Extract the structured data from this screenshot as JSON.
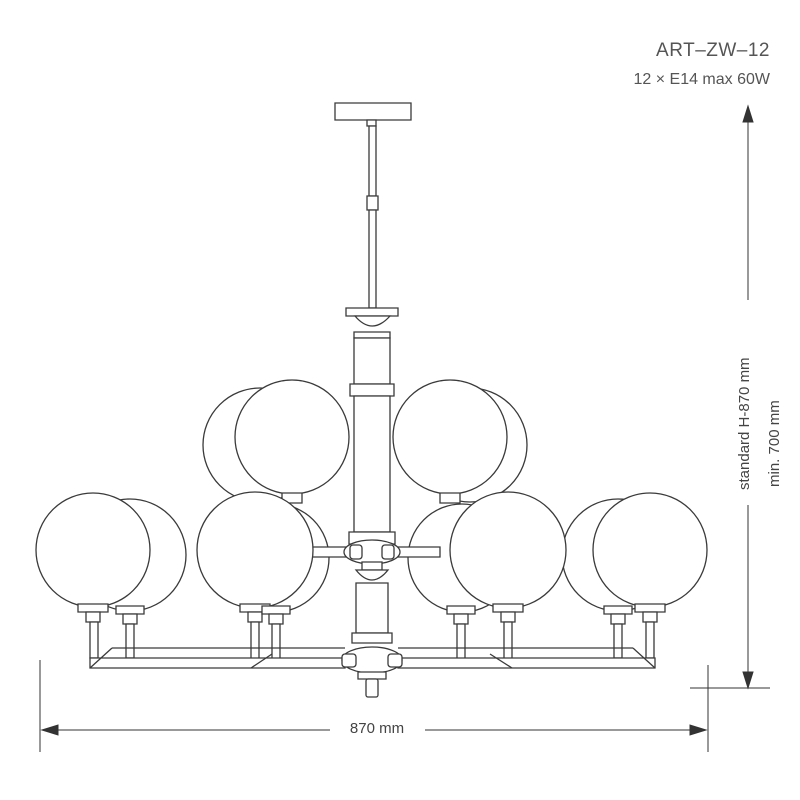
{
  "header": {
    "model": "ART–ZW–12",
    "spec": "12 × E14 max 60W"
  },
  "dimensions": {
    "width_label": "870 mm",
    "height_standard_label": "standard H-870 mm",
    "height_min_label": "min. 700 mm"
  },
  "style": {
    "line_color": "#3a3a3a"
  }
}
